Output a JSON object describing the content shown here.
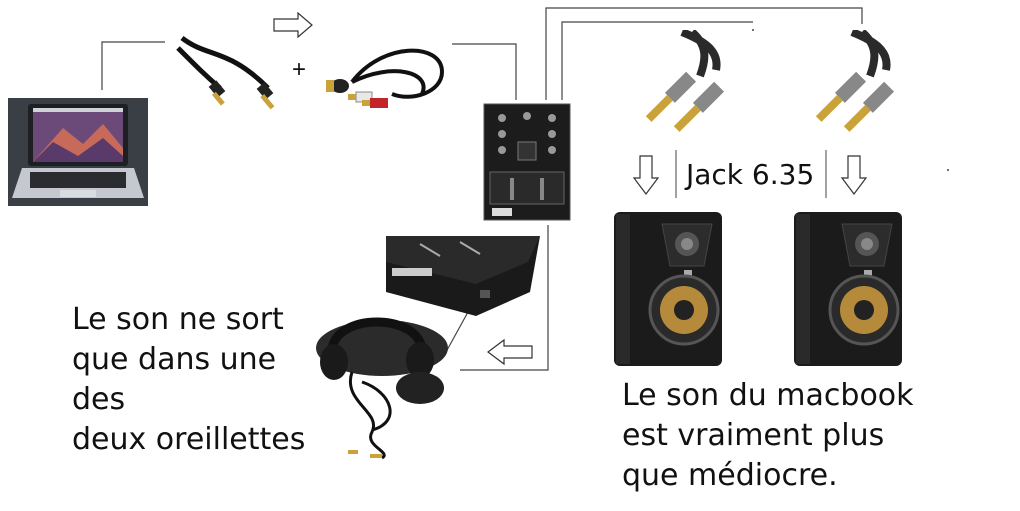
{
  "diagram": {
    "plus_sign": "+",
    "jack_label": "Jack 6.35",
    "left_caption": {
      "lines": [
        "Le son ne sort",
        "que dans une",
        "des",
        "deux oreillettes"
      ]
    },
    "right_caption": {
      "lines": [
        "Le son du macbook",
        "est vraiment plus",
        "que médiocre."
      ]
    }
  }
}
